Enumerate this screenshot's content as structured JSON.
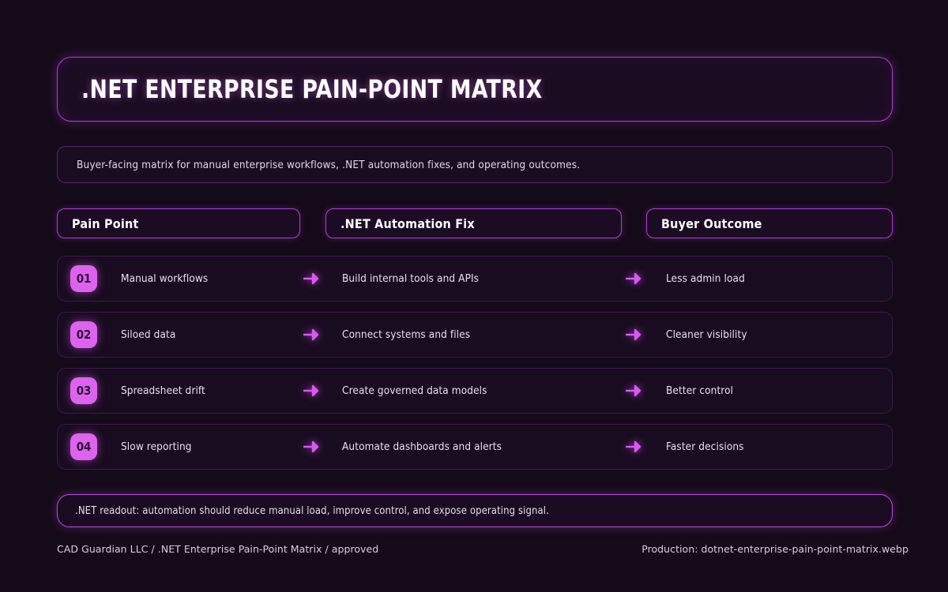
{
  "title": ".NET ENTERPRISE PAIN-POINT MATRIX",
  "subtitle": "Buyer-facing matrix for manual enterprise workflows, .NET automation fixes, and operating outcomes.",
  "columns": [
    {
      "label": "Pain Point"
    },
    {
      "label": ".NET Automation Fix"
    },
    {
      "label": "Buyer Outcome"
    }
  ],
  "rows": [
    {
      "number": "01",
      "pain_point": "Manual workflows",
      "automation_fix": "Build internal tools and APIs",
      "buyer_outcome": "Less admin load",
      "arrow_icon": "arrow-right-icon"
    },
    {
      "number": "02",
      "pain_point": "Siloed data",
      "automation_fix": "Connect systems and files",
      "buyer_outcome": "Cleaner visibility",
      "arrow_icon": "arrow-right-icon"
    },
    {
      "number": "03",
      "pain_point": "Spreadsheet drift",
      "automation_fix": "Create governed data models",
      "buyer_outcome": "Better control",
      "arrow_icon": "arrow-right-icon"
    },
    {
      "number": "04",
      "pain_point": "Slow reporting",
      "automation_fix": "Automate dashboards and alerts",
      "buyer_outcome": "Faster decisions",
      "arrow_icon": "arrow-right-icon"
    }
  ],
  "readout": ".NET readout: automation should reduce manual load, improve control, and expose operating signal.",
  "footer": {
    "left": "CAD Guardian LLC / .NET Enterprise Pain-Point Matrix / approved",
    "right": "Production: dotnet-enterprise-pain-point-matrix.webp"
  },
  "colors": {
    "background": "#150a19",
    "panel": "#190b20",
    "accent": "#c346e6",
    "accent_bright": "#dd63ee",
    "border_soft": "#3c1b4b",
    "text": "#e9e1f1"
  }
}
